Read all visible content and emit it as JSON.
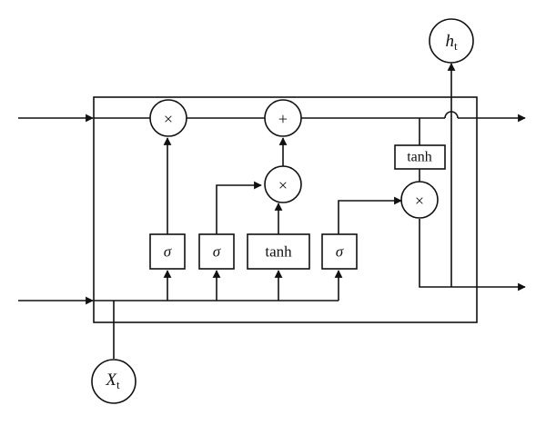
{
  "nodes": {
    "input": {
      "symbol": "X",
      "subscript": "t"
    },
    "output": {
      "symbol": "h",
      "subscript": "t"
    }
  },
  "gates": {
    "forget_sigmoid": "σ",
    "input_sigmoid": "σ",
    "candidate_tanh": "tanh",
    "output_sigmoid": "σ",
    "cell_tanh": "tanh"
  },
  "operators": {
    "forget_multiply": "×",
    "cell_add": "+",
    "input_multiply": "×",
    "output_multiply": "×"
  },
  "colors": {
    "stroke": "#111111",
    "background": "#ffffff"
  }
}
